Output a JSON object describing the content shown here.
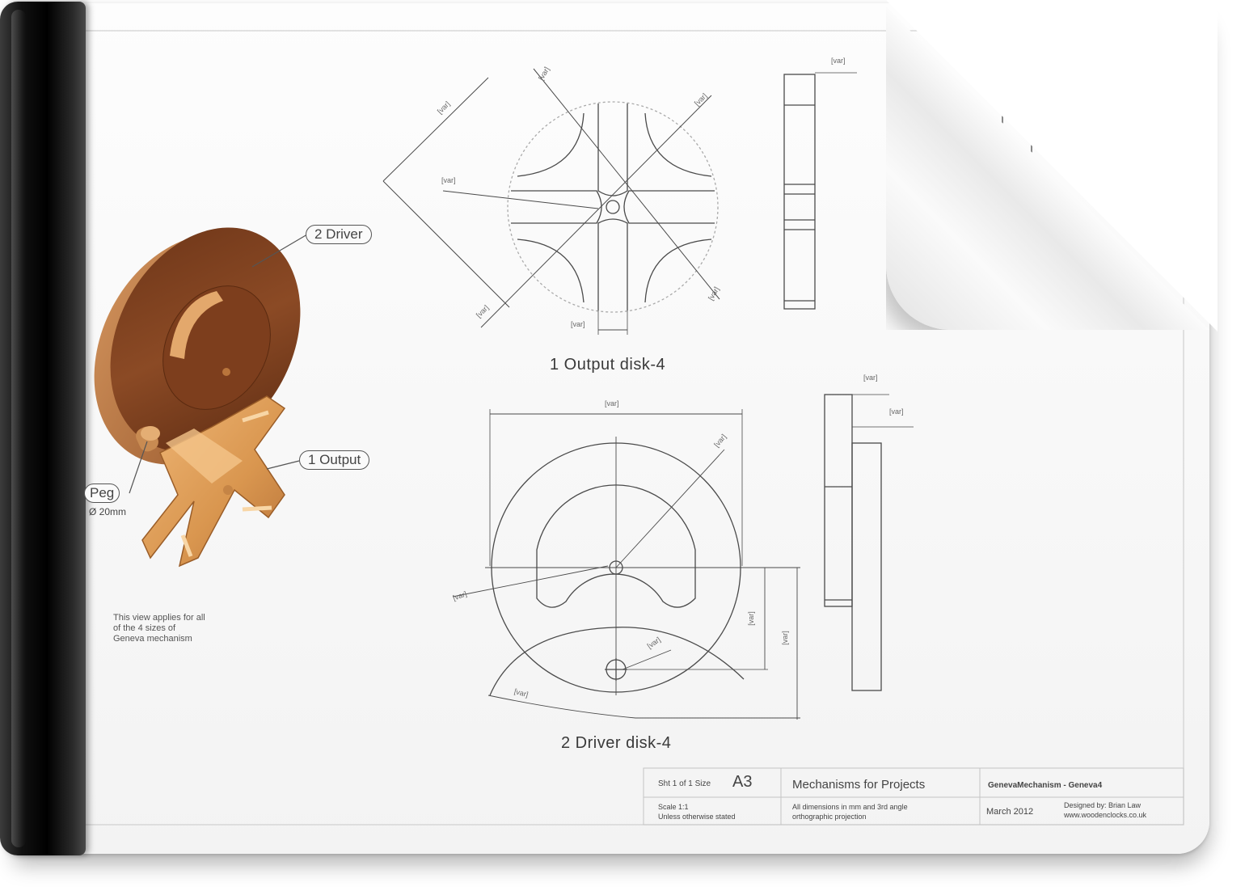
{
  "drawing": {
    "balloons": {
      "driver": "2 Driver",
      "output": "1 Output",
      "peg": "Peg"
    },
    "peg_note": "Ø 20mm",
    "view_titles": {
      "output_disk": "1 Output disk-4",
      "driver_disk": "2 Driver disk-4"
    },
    "note_lines": [
      "This view applies for all",
      "of the 4 sizes of",
      "Geneva mechanism"
    ],
    "dimension_text": "[var]"
  },
  "title_block": {
    "size_label": "Sht 1 of 1  Size",
    "size_value": "A3",
    "project_title": "Mechanisms for Projects",
    "drawing_name": "GenevaMechanism - Geneva4",
    "scale": "Scale 1:1",
    "units_note": "Unless otherwise stated",
    "dims_note": "All dimensions in mm and 3rd angle",
    "projection_note": "orthographic projection",
    "date": "March 2012",
    "designer": "Designed by: Brian Law",
    "website": "www.woodenclocks.co.uk"
  },
  "colors": {
    "spine": "#0a0a0a",
    "wood_dark": "#8a4a22",
    "wood_light": "#d69a5a",
    "line": "#4a4a4a"
  }
}
